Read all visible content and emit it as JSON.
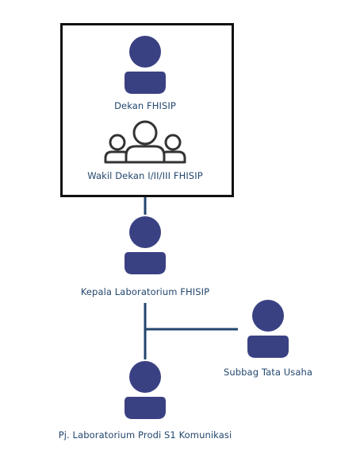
{
  "colors": {
    "node_fill": "#3a4183",
    "connector": "#23466e",
    "label_text": "#23466e",
    "frame_border": "#111111",
    "group_icon_stroke": "#333333"
  },
  "nodes": {
    "dekan": {
      "label": "Dekan FHISIP",
      "icon": "person-icon"
    },
    "wakil_dekan": {
      "label": "Wakil Dekan I/II/III FHISIP",
      "icon": "people-group-icon"
    },
    "kepala_lab": {
      "label": "Kepala Laboratorium FHISIP",
      "icon": "person-icon"
    },
    "subbag": {
      "label": "Subbag Tata Usaha",
      "icon": "person-icon"
    },
    "pj_lab": {
      "label": "Pj. Laboratorium Prodi S1 Komunikasi",
      "icon": "person-icon"
    }
  }
}
